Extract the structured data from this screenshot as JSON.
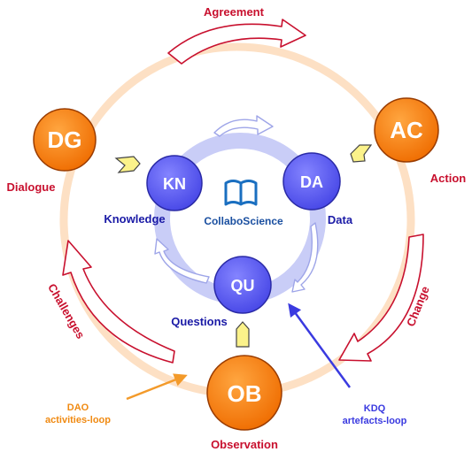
{
  "diagram": {
    "outer_nodes": {
      "dg": {
        "label": "DG",
        "caption": "Dialogue"
      },
      "ac": {
        "label": "AC",
        "caption": "Action"
      },
      "ob": {
        "label": "OB",
        "caption": "Observation"
      }
    },
    "inner_nodes": {
      "kn": {
        "label": "KN",
        "caption": "Knowledge"
      },
      "da": {
        "label": "DA",
        "caption": "Data"
      },
      "qu": {
        "label": "QU",
        "caption": "Questions"
      }
    },
    "transitions": {
      "agreement": "Agreement",
      "change": "Change",
      "challenges": "Challenges"
    },
    "brand": "CollaboScience",
    "loops": {
      "dao_line1": "DAO",
      "dao_line2": "activities-loop",
      "kdq_line1": "KDQ",
      "kdq_line2": "artefacts-loop"
    },
    "colors": {
      "outer_node": "#f47a0e",
      "inner_node": "#5a5af0",
      "outer_ring": "#fde0c4",
      "inner_ring": "#c9cdf7",
      "connector": "#fbf28a",
      "red_label": "#c8102e",
      "blue_label": "#1a1aa6",
      "orange_label": "#f08a12"
    }
  }
}
